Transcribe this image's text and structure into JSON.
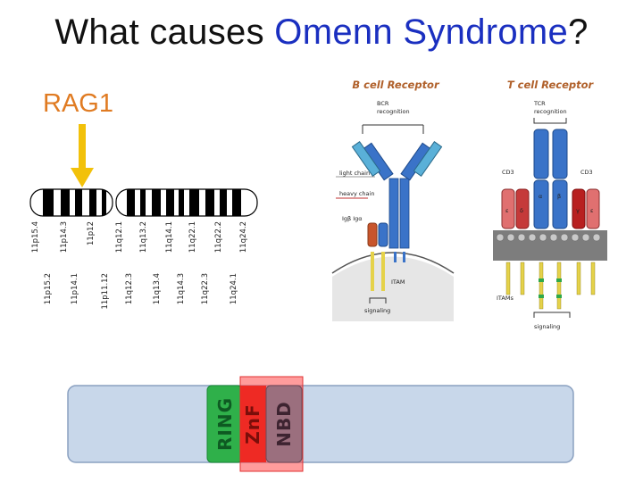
{
  "title": {
    "prefix": "What causes ",
    "highlight": "Omenn Syndrome",
    "suffix": "?"
  },
  "gene": {
    "label": "RAG1"
  },
  "chromosome": {
    "bands_upper": [
      "11p15.4",
      "11p14.3",
      "11p12",
      "11q12.1",
      "11q13.2",
      "11q14.1",
      "11q22.1",
      "11q22.2",
      "11q24.2"
    ],
    "bands_lower": [
      "11p15.2",
      "11p14.1",
      "11p11.12",
      "11q12.3",
      "11q13.4",
      "11q14.3",
      "11q22.3",
      "11q24.1"
    ]
  },
  "b_cell": {
    "title": "B cell Receptor",
    "labels": {
      "recognition": "BCR\nrecognition",
      "light_chain": "light chain",
      "heavy_chain": "heavy chain",
      "ig": "Igβ Igα",
      "itam": "ITAM",
      "signaling": "signaling"
    }
  },
  "t_cell": {
    "title": "T cell Receptor",
    "labels": {
      "recognition": "TCR\nrecognition",
      "cd3_left": "CD3",
      "cd3_right": "CD3",
      "itams": "ITAMs",
      "signaling": "signaling",
      "eps": "ε",
      "delta": "δ",
      "alpha": "α",
      "beta": "β",
      "gamma": "γ"
    }
  },
  "protein": {
    "domains": [
      "RING",
      "ZnF",
      "NBD"
    ]
  },
  "colors": {
    "title_highlight": "#1a2fc0",
    "gene_label": "#e07b22",
    "arrow": "#f2c10a",
    "ring": "#2fb04a",
    "znf": "#ee2a24",
    "nbd": "#9b6f7e",
    "bar": "#c8d7ea"
  }
}
